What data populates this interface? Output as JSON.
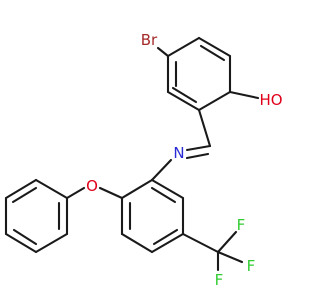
{
  "molecule": {
    "atoms": {
      "bromine": "Br",
      "hydroxyl": "HO",
      "nitrogen": "N",
      "oxygen": "O",
      "fluorine_1": "F",
      "fluorine_2": "F",
      "fluorine_3": "F"
    },
    "colors": {
      "bond": "#1a1a1a",
      "bromine": "#a52a2a",
      "oxygen": "#e0001a",
      "nitrogen": "#2b2bd6",
      "fluorine": "#33cc33"
    }
  }
}
